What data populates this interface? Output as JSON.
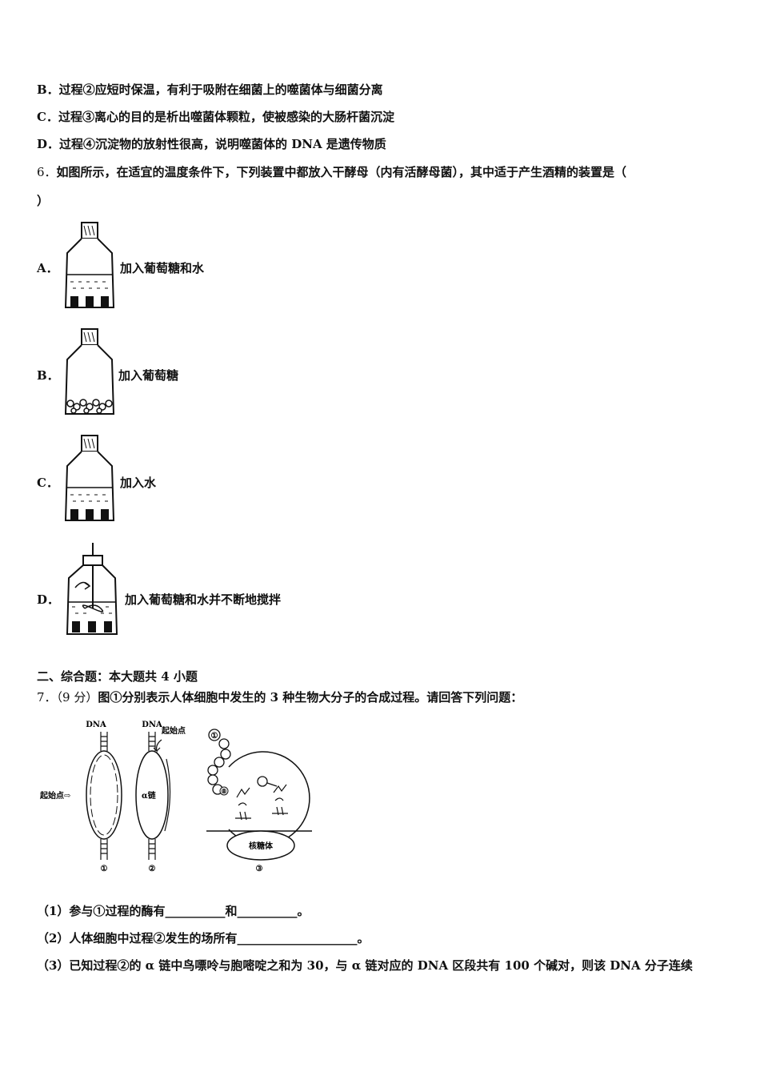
{
  "prev_options": {
    "B": "B．过程②应短时保温，有利于吸附在细菌上的噬菌体与细菌分离",
    "C": "C．过程③离心的目的是析出噬菌体颗粒，使被感染的大肠杆菌沉淀",
    "D": "D．过程④沉淀物的放射性很高，说明噬菌体的 DNA 是遗传物质"
  },
  "q6": {
    "number": "6．",
    "stem": "如图所示，在适宜的温度条件下，下列装置中都放入干酵母（内有活酵母菌），其中适于产生酒精的装置是（",
    "stem_tail": "）",
    "options": [
      {
        "letter": "A．",
        "text": "加入葡萄糖和水"
      },
      {
        "letter": "B．",
        "text": "加入葡萄糖"
      },
      {
        "letter": "C．",
        "text": "加入水"
      },
      {
        "letter": "D．",
        "text": "加入葡萄糖和水并不断地搅拌"
      }
    ]
  },
  "section2": {
    "heading": "二、综合题：本大题共 4 小题"
  },
  "q7": {
    "number": "7．",
    "score": "（9 分）",
    "stem": "图①分别表示人体细胞中发生的 3 种生物大分子的合成过程。请回答下列问题：",
    "figure": {
      "dna1": "DNA",
      "dna2": "DNA",
      "origin_left": "起始点⇨",
      "origin_top": "起始点",
      "alpha": "α链",
      "ribosome": "核糖体",
      "n1": "①",
      "n2": "②",
      "n3": "③",
      "circle_top": "①",
      "circle_mid": "⑧"
    },
    "sub1": "（1）参与①过程的酶有__________和__________。",
    "sub2": "（2）人体细胞中过程②发生的场所有____________________。",
    "sub3": "（3）已知过程②的 α 链中鸟嘌呤与胞嘧啶之和为 30，与 α 链对应的 DNA 区段共有 100 个碱对，则该 DNA 分子连续"
  }
}
